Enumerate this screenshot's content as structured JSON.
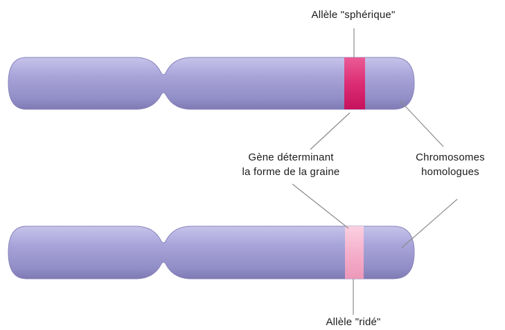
{
  "labels": {
    "allele_top": "Allèle \"sphérique\"",
    "gene_line1": "Gène déterminant",
    "gene_line2": "la forme de la graine",
    "homolog_line1": "Chromosomes",
    "homolog_line2": "homologues",
    "allele_bottom": "Allèle \"ridé\""
  },
  "colors": {
    "chromosome": "#9c98cf",
    "chromosome_shadow": "#7d79b5",
    "allele_spherique": "#d81a6a",
    "allele_ride": "#f3a6c4",
    "leader_line": "#8a8a8a"
  }
}
